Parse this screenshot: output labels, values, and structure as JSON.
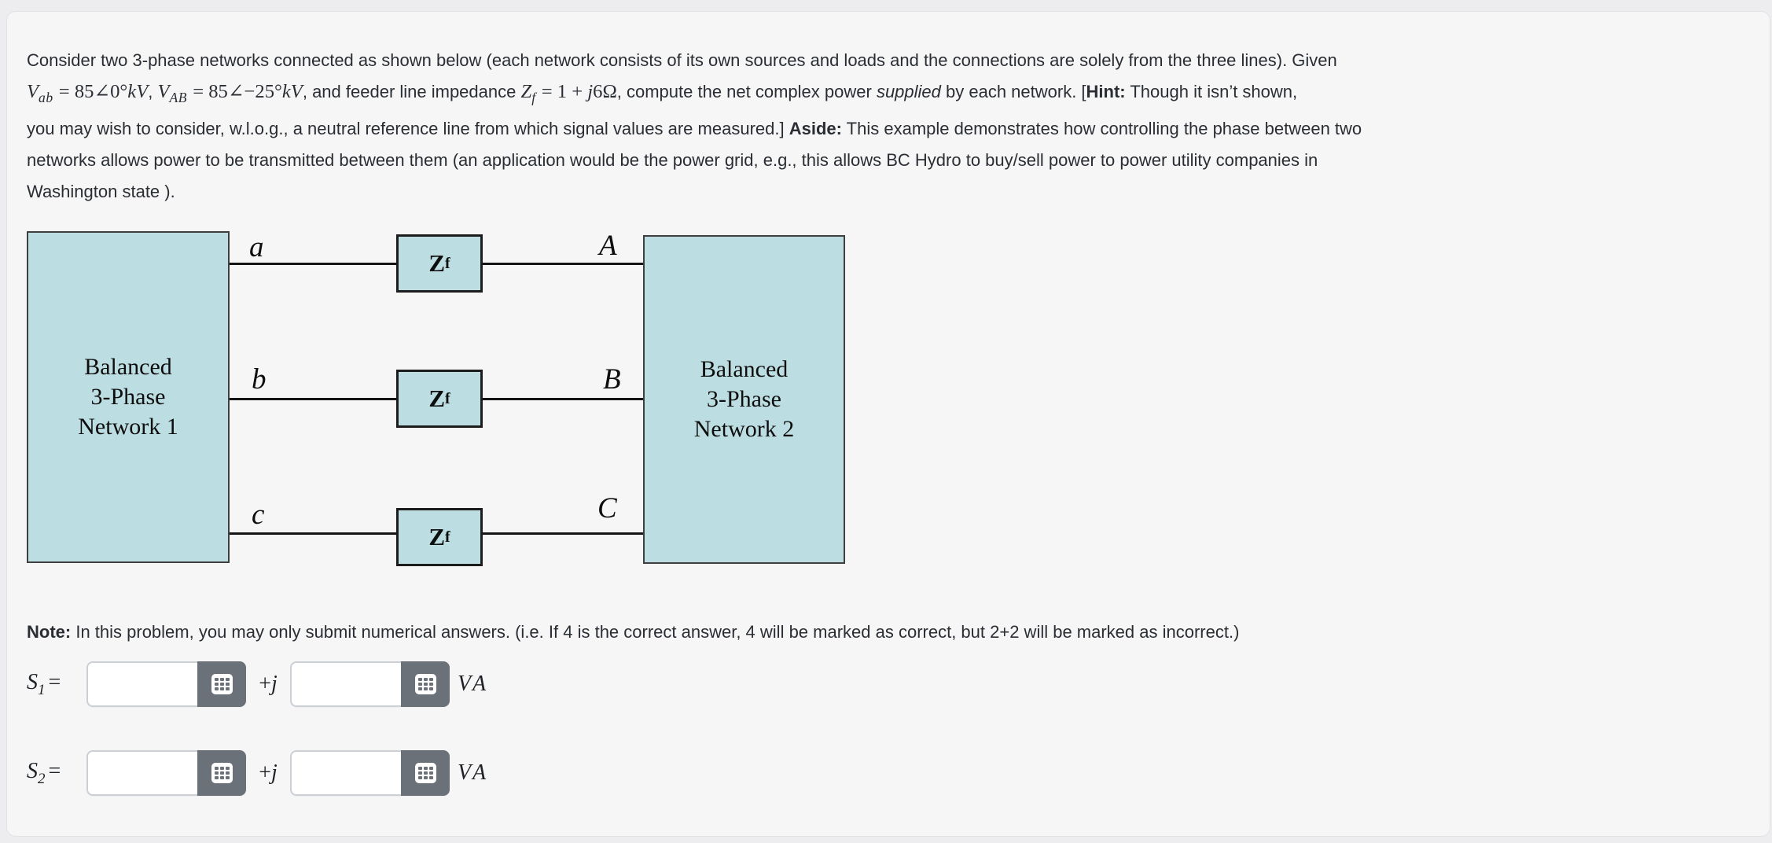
{
  "problem": {
    "intro_segments": [
      {
        "s": "n",
        "t": "Consider two 3-phase networks connected as shown below (each network consists of its own sources and loads and the connections are solely from the three lines). Given"
      },
      {
        "s": "br",
        "t": ""
      },
      {
        "s": "mi",
        "t": "V"
      },
      {
        "s": "sub",
        "t": "ab"
      },
      {
        "s": "m",
        "t": " = 85∠0°"
      },
      {
        "s": "mi",
        "t": "kV"
      },
      {
        "s": "n",
        "t": ", "
      },
      {
        "s": "mi",
        "t": "V"
      },
      {
        "s": "sub",
        "t": "AB"
      },
      {
        "s": "m",
        "t": " = 85∠−25°"
      },
      {
        "s": "mi",
        "t": "kV"
      },
      {
        "s": "n",
        "t": ", and feeder line impedance "
      },
      {
        "s": "mi",
        "t": "Z"
      },
      {
        "s": "sub",
        "t": "f"
      },
      {
        "s": "m",
        "t": " = 1 + "
      },
      {
        "s": "mi",
        "t": "j"
      },
      {
        "s": "m",
        "t": "6Ω"
      },
      {
        "s": "n",
        "t": ", compute the net complex power "
      },
      {
        "s": "i",
        "t": "supplied"
      },
      {
        "s": "n",
        "t": " by each network. ["
      },
      {
        "s": "b",
        "t": "Hint:"
      },
      {
        "s": "n",
        "t": " Though it isn’t shown,"
      },
      {
        "s": "br",
        "t": ""
      },
      {
        "s": "n",
        "t": "you may wish to consider, w.l.o.g., a neutral reference line from which signal values are measured.] "
      },
      {
        "s": "b",
        "t": "Aside:"
      },
      {
        "s": "n",
        "t": " This example demonstrates how controlling the phase between two"
      },
      {
        "s": "br",
        "t": ""
      },
      {
        "s": "n",
        "t": "networks allows power to be transmitted between them (an application would be the power grid, e.g., this allows BC Hydro to buy/sell power to power utility companies in"
      },
      {
        "s": "br",
        "t": ""
      },
      {
        "s": "n",
        "t": "Washington state )."
      }
    ],
    "note_segments": [
      {
        "s": "b",
        "t": "Note:"
      },
      {
        "s": "n",
        "t": " In this problem, you may only submit numerical answers. (i.e. If 4 is the correct answer, 4 will be marked as correct, but 2+2 will be marked as incorrect.)"
      }
    ]
  },
  "diagram": {
    "network1": {
      "line1": "Balanced",
      "line2": "3-Phase",
      "line3": "Network 1"
    },
    "network2": {
      "line1": "Balanced",
      "line2": "3-Phase",
      "line3": "Network 2"
    },
    "impedance": {
      "base": "Z",
      "sub": "f"
    },
    "terminals": {
      "a": "a",
      "b": "b",
      "c": "c",
      "A": "A",
      "B": "B",
      "C": "C"
    },
    "colors": {
      "box_fill": "#bcdde1",
      "wire": "#141414"
    }
  },
  "answers": {
    "s1": {
      "base": "S",
      "sub": "1",
      "eq": "=",
      "real_value": "",
      "imag_value": "",
      "plus": "+",
      "j": "j",
      "unit": "VA"
    },
    "s2": {
      "base": "S",
      "sub": "2",
      "eq": "=",
      "real_value": "",
      "imag_value": "",
      "plus": "+",
      "j": "j",
      "unit": "VA"
    }
  },
  "ui_colors": {
    "card_background": "#f6f6f7",
    "page_background": "#ededef",
    "keypad_button": "#6a7178",
    "input_border": "#ccd0d4"
  }
}
